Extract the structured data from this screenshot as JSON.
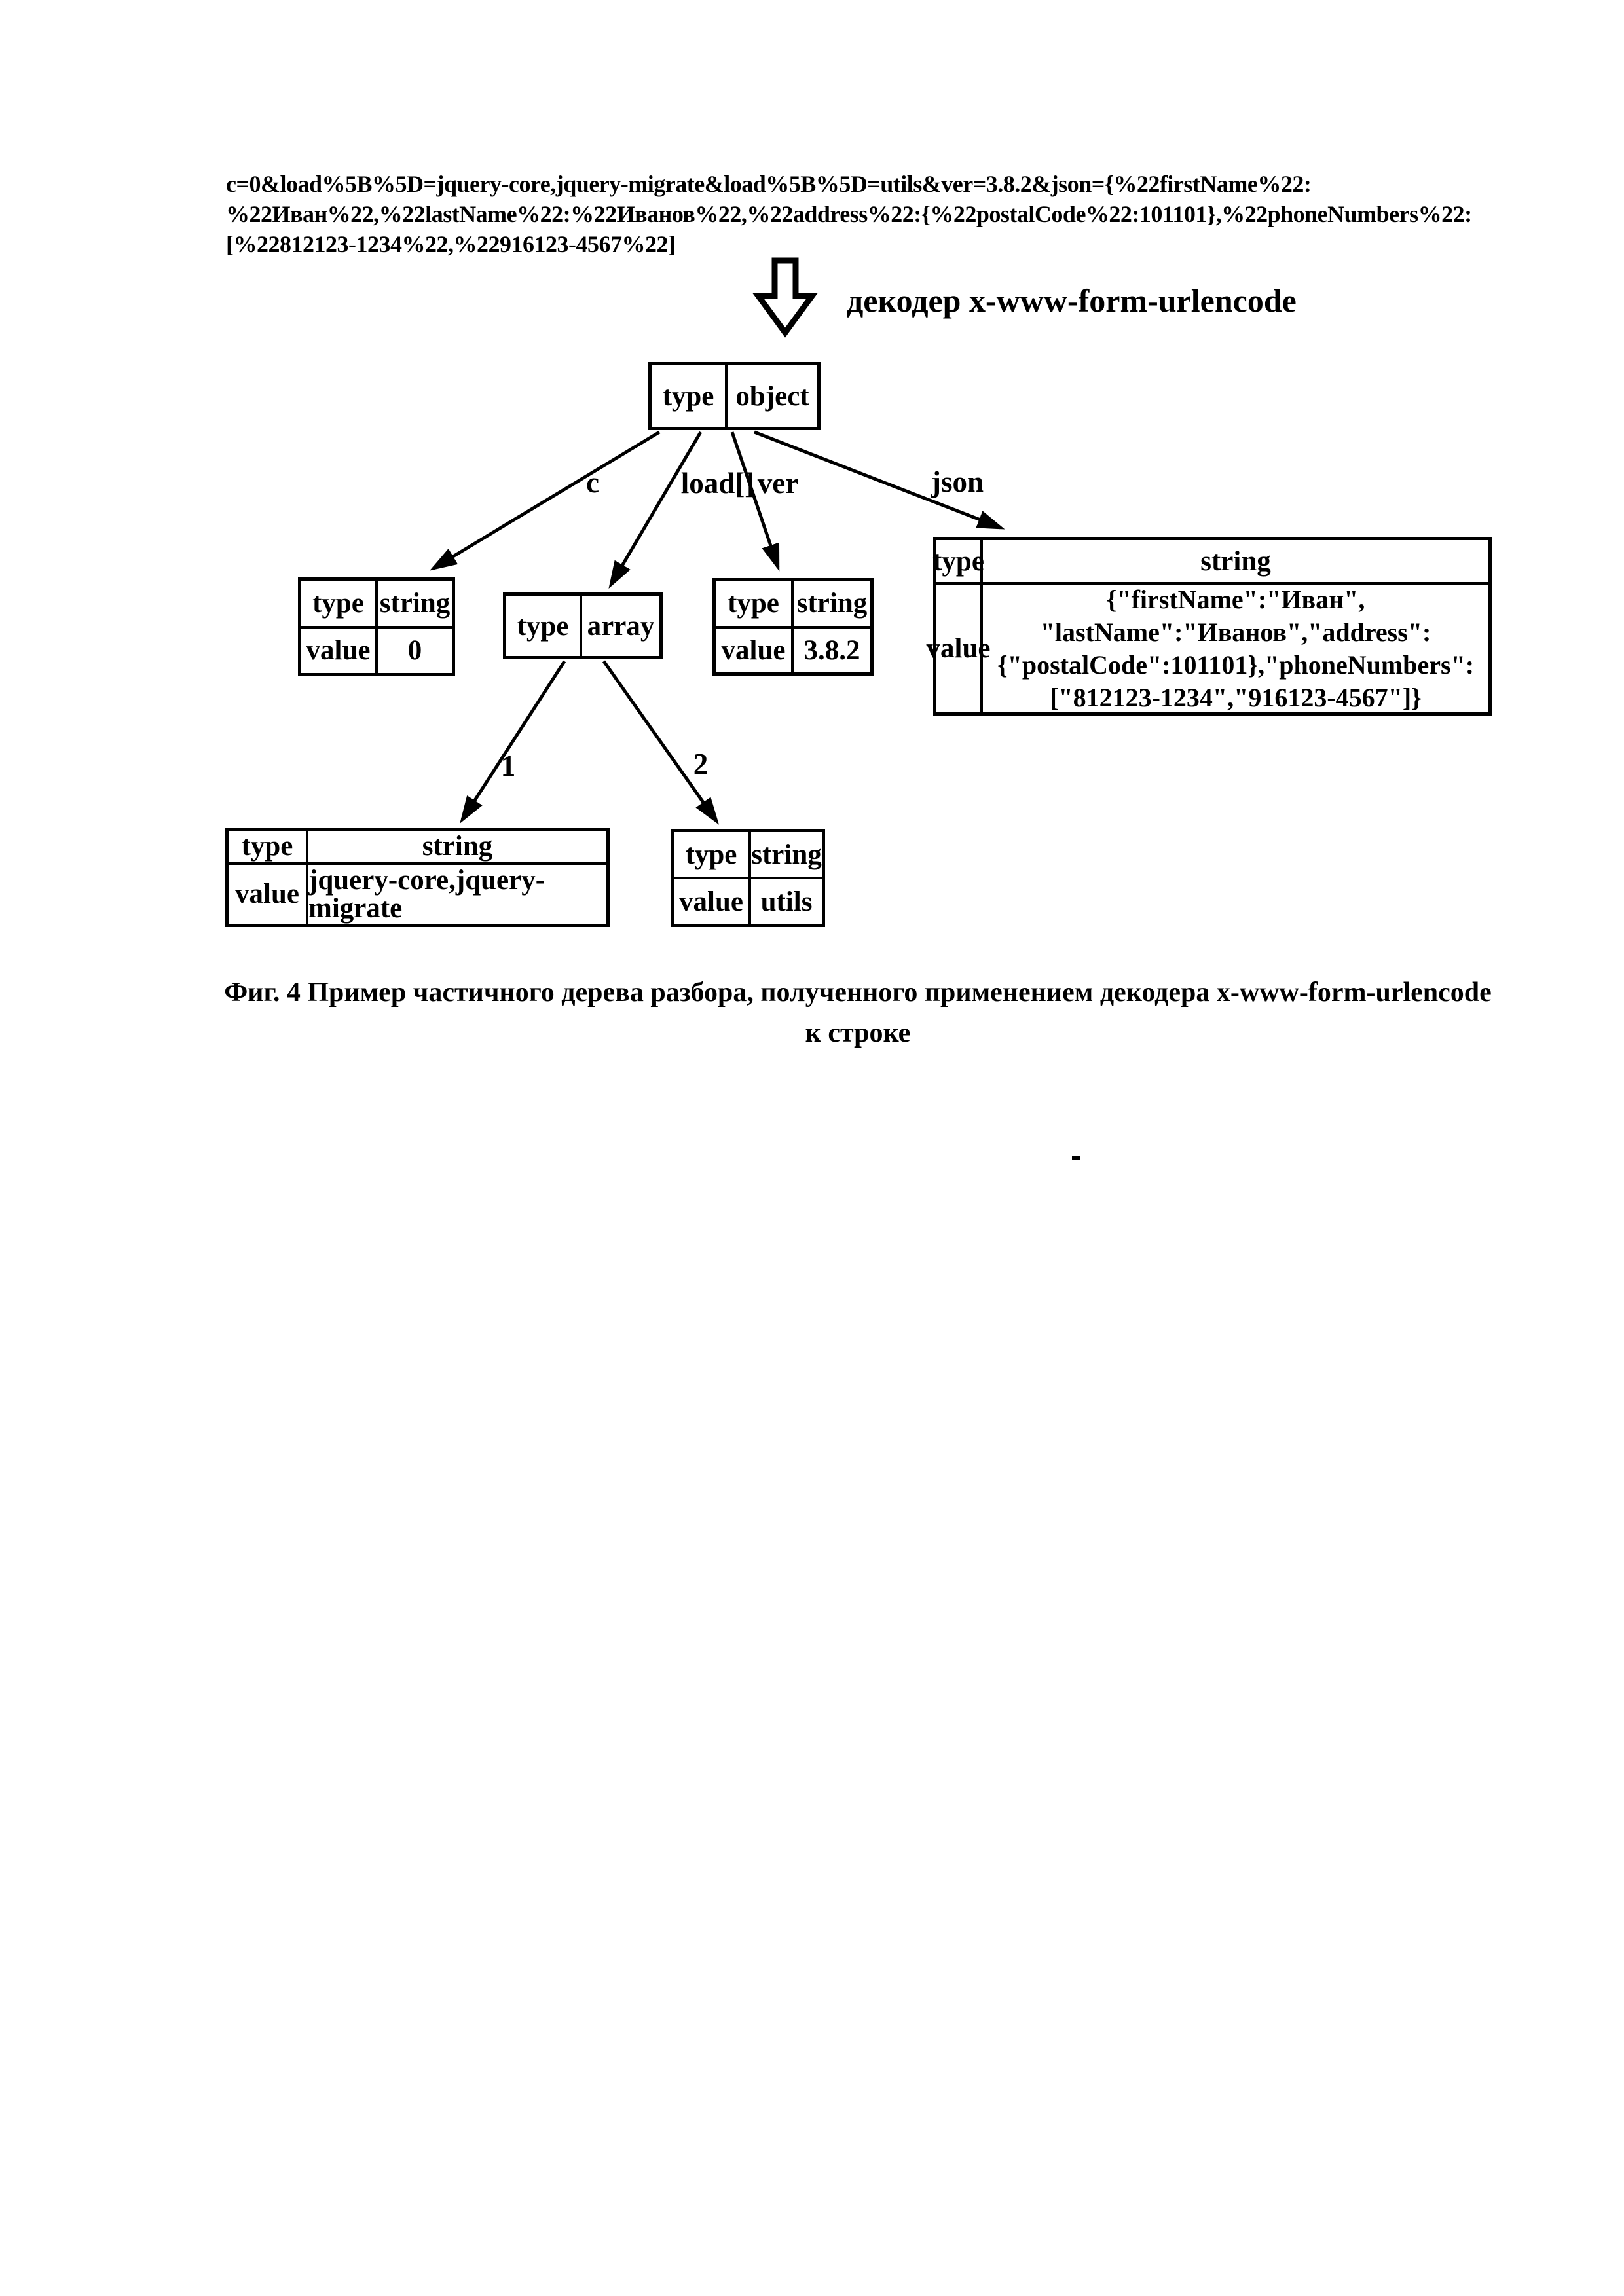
{
  "page": {
    "source_string": "c=0&load%5B%5D=jquery-core,jquery-migrate&load%5B%5D=utils&ver=3.8.2&json={%22firstName%22:\n%22Иван%22,%22lastName%22:%22Иванов%22,%22address%22:{%22postalCode%22:101101},%22phoneNumbers%22:\n[%22812123-1234%22,%22916123-4567%22]",
    "decoder_label": "декодер x-www-form-urlencode",
    "caption": "Фиг.  4 Пример частичного дерева разбора, полученного применением декодера x-www-form-urlencode\nк строке"
  },
  "tree": {
    "root": {
      "type_label": "type",
      "type_value": "object"
    },
    "edges": {
      "c": "c",
      "load": "load[]",
      "ver": "ver",
      "json": "json",
      "idx1": "1",
      "idx2": "2"
    },
    "nodes": {
      "c": {
        "type_label": "type",
        "type_value": "string",
        "value_label": "value",
        "value": "0"
      },
      "load": {
        "type_label": "type",
        "type_value": "array"
      },
      "ver": {
        "type_label": "type",
        "type_value": "string",
        "value_label": "value",
        "value": "3.8.2"
      },
      "json": {
        "type_label": "type",
        "type_value": "string",
        "value_label": "value",
        "value": "{\"firstName\":\"Иван\",\n\"lastName\":\"Иванов\",\"address\":\n{\"postalCode\":101101},\"phoneNumbers\":\n[\"812123-1234\",\"916123-4567\"]}"
      },
      "arr1": {
        "type_label": "type",
        "type_value": "string",
        "value_label": "value",
        "value": "jquery-core,jquery-migrate"
      },
      "arr2": {
        "type_label": "type",
        "type_value": "string",
        "value_label": "value",
        "value": "utils"
      }
    },
    "colors": {
      "ink": "#000000",
      "paper": "#ffffff"
    }
  }
}
